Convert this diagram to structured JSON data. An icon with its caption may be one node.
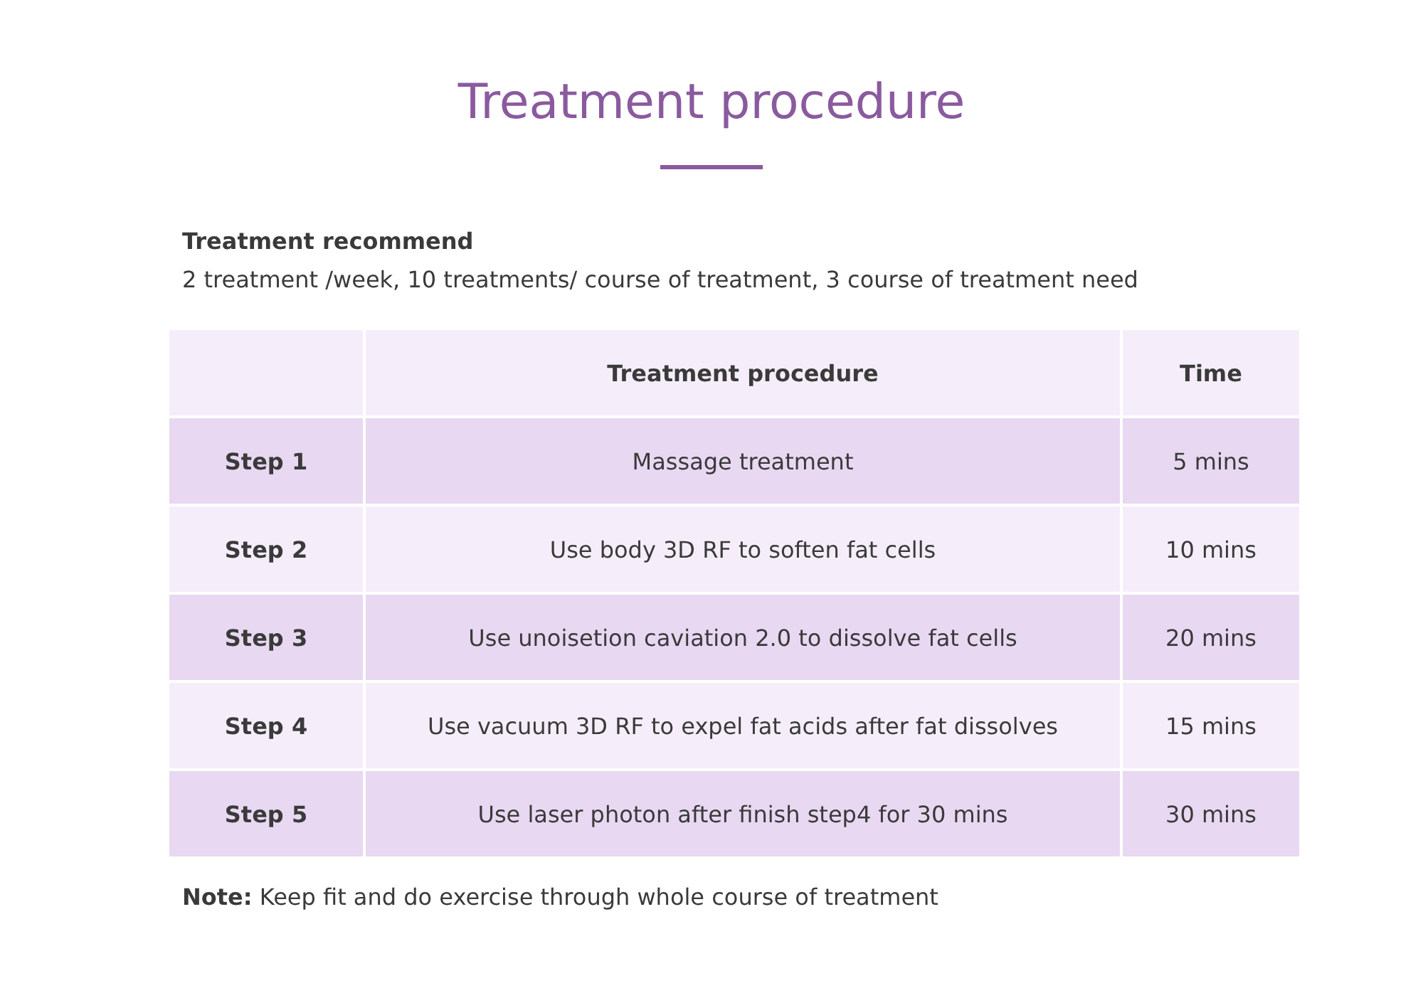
{
  "diagram": {
    "title": "Treatment procedure",
    "labels": [
      "Treatment recommend",
      "2 treatment /week, 10 treatments/ course of treatment, 3 course of treatment need",
      "Treatment procedure",
      "Time",
      "Step 1",
      "Massage treatment",
      "5 mins",
      "Step 2",
      "Use body 3D RF to soften fat cells",
      "10 mins",
      "Step 3",
      "Use unoisetion caviation 2.0 to dissolve fat cells",
      "20 mins",
      "Step 4",
      "Use vacuum 3D RF to expel fat acids after fat dissolves",
      "15 mins",
      "Step 5",
      "Use laser photon after finish step4 for 30 mins",
      "30 mins",
      "**Note:** Keep fit and do exercise through whole course of treatment"
    ]
  }
}
